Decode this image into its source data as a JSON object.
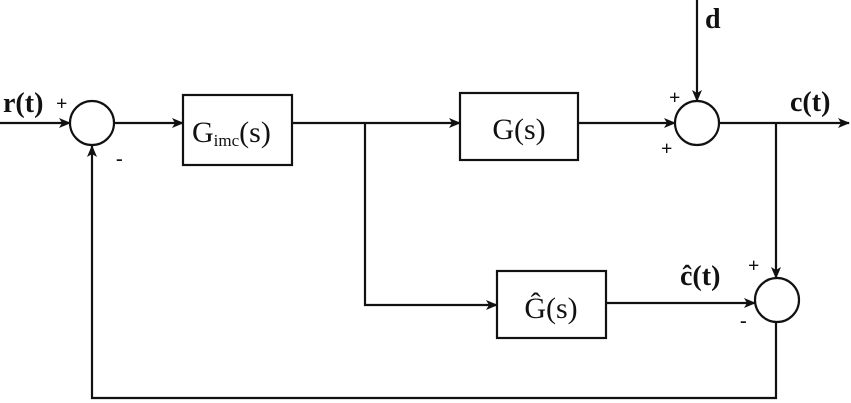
{
  "diagram": {
    "title": "Internal Model Control block diagram",
    "signals": {
      "reference": "r(t)",
      "disturbance": "d",
      "output": "c(t)",
      "model_output": "ĉ(t)"
    },
    "blocks": {
      "controller": {
        "main": "G",
        "subscript": "imc",
        "arg": "(s)"
      },
      "plant": "G(s)",
      "model": "Ĝ(s)"
    },
    "signs": {
      "sum1_reference": "+",
      "sum1_feedback": "-",
      "sum2_disturbance": "+",
      "sum2_plant": "+",
      "sum3_output": "+",
      "sum3_model": "-"
    },
    "colors": {
      "stroke": "#111111",
      "background": "#ffffff"
    }
  }
}
